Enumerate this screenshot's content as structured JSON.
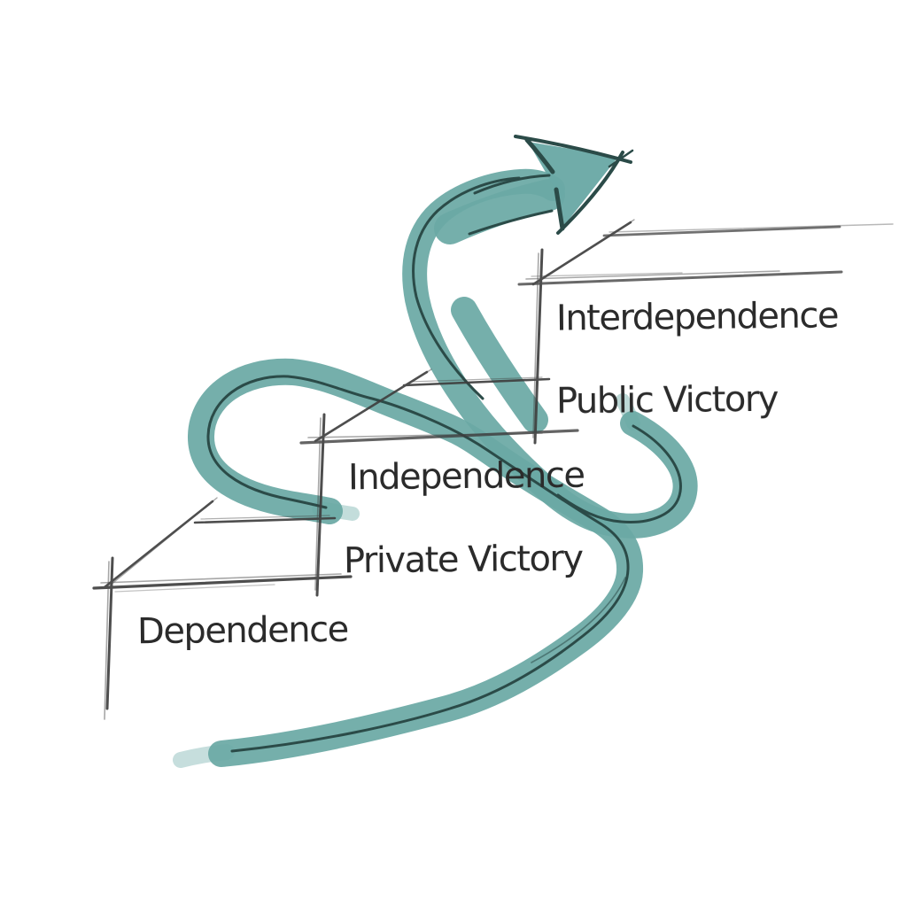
{
  "colors": {
    "background": "#ffffff",
    "swirl_fill": "#6aa9a5",
    "swirl_outline": "#2b4b48",
    "pencil": "#3f3f3f",
    "label_text": "#2b2b2b"
  },
  "steps": [
    {
      "level": 1,
      "labels": [
        "Dependence"
      ]
    },
    {
      "level": 2,
      "labels": [
        "Independence",
        "Private Victory"
      ]
    },
    {
      "level": 3,
      "labels": [
        "Interdependence",
        "Public Victory"
      ]
    }
  ],
  "arrow": {
    "direction": "up-right"
  }
}
